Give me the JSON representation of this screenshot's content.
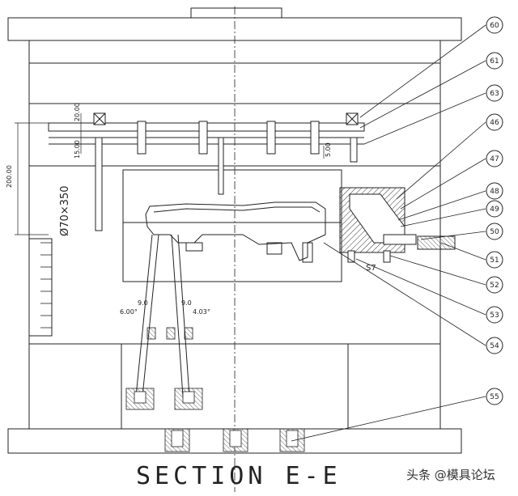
{
  "section_title": "SECTION E-E",
  "callouts": [
    "60",
    "61",
    "63",
    "46",
    "47",
    "48",
    "49",
    "50",
    "51",
    "52",
    "53",
    "54",
    "55"
  ],
  "dimensions": {
    "dim_200": "200.00",
    "dim_20_top": "20.00",
    "dim_15": "15.00",
    "dim_5": "5.00",
    "dia_label": "Ø70×350",
    "angle_6": "6.00°",
    "val_9_left": "9.0",
    "val_9_right": "9.0",
    "angle_4": "4.03°",
    "s7": "S7"
  },
  "watermark": "头条 @模具论坛",
  "colors": {
    "line": "#222222",
    "callout_ring": "#222222",
    "hatch": "#333333"
  }
}
